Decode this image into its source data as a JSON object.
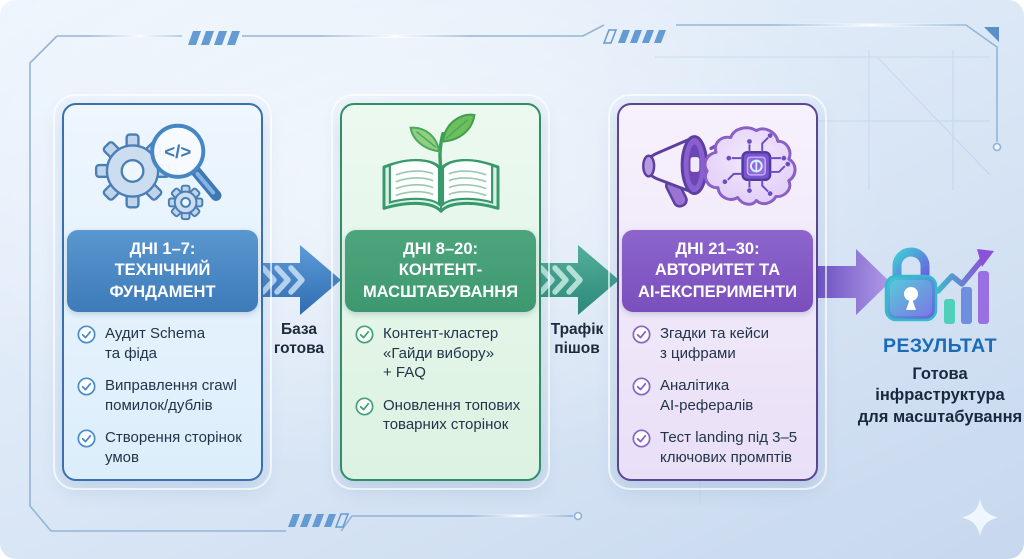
{
  "meta": {
    "language": "uk",
    "kind": "30-day-roadmap-infographic"
  },
  "palette": {
    "background_top": "#eef5fd",
    "background_bottom": "#c7d8ee",
    "frame_line": "#8fb2d5",
    "slash_accent": "#639bd2",
    "stage1_header": "#4787c3",
    "stage1_border": "#3a70ad",
    "stage1_check": "#4a8cc9",
    "stage2_header": "#46a177",
    "stage2_border": "#2f8f66",
    "stage2_check": "#45a277",
    "stage3_header": "#7f55c4",
    "stage3_border": "#5b4694",
    "stage3_check": "#8a63c6",
    "arrow1_color": "#3b77bc",
    "arrow2_color": "#3a9a88",
    "arrow3_color": "#7a5ccb",
    "result_title_color": "#1a6cb6",
    "body_text_color": "#22344a"
  },
  "stages": [
    {
      "icon": "gears-magnifier-code-icon",
      "icon_code_glyph": "</>",
      "title": "ДНІ 1–7:\nТЕХНІЧНИЙ\nФУНДАМЕНТ",
      "bullets": [
        "Аудит Schema\nта фіда",
        "Виправлення crawl\nпомилок/дублів",
        "Створення сторінок\nумов"
      ]
    },
    {
      "icon": "book-sprout-icon",
      "title": "ДНІ 8–20:\nКОНТЕНТ-\nМАСШТАБУВАННЯ",
      "bullets": [
        "Контент-кластер\n«Гайди вибору»\n+ FAQ",
        "Оновлення топових\nтоварних сторінок"
      ]
    },
    {
      "icon": "megaphone-brain-chip-icon",
      "title": "ДНІ 21–30:\nАВТОРИТЕТ ТА\nAI-ЕКСПЕРИМЕНТИ",
      "bullets": [
        "Згадки та кейси\nз цифрами",
        "Аналітика\nAI-рефералів",
        "Тест landing під 3–5\nключових промптів"
      ]
    }
  ],
  "arrows": [
    {
      "label": "База\nготова"
    },
    {
      "label": "Трафік\nпішов"
    },
    {
      "label": ""
    }
  ],
  "result": {
    "icon": "lock-growth-chart-icon",
    "title": "РЕЗУЛЬТАТ",
    "subtitle": "Готова\nінфраструктура\nдля масштабування"
  }
}
